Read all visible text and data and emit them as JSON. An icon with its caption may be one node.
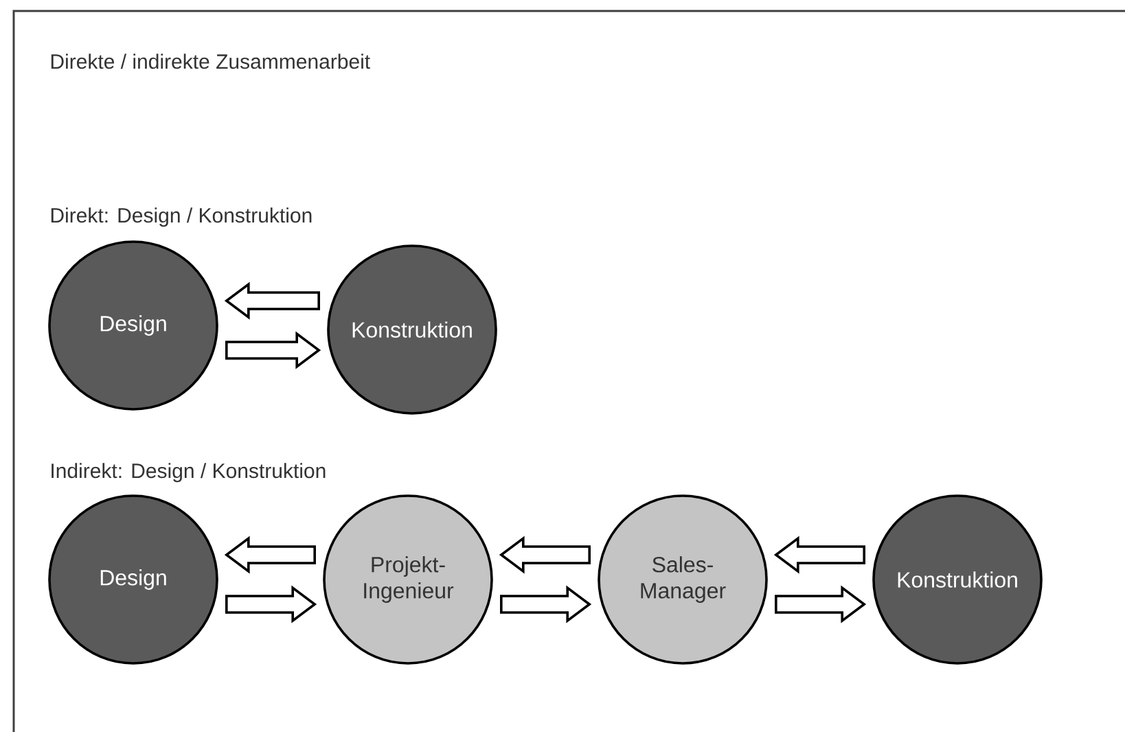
{
  "diagram": {
    "title": "Direkte / indirekte Zusammenarbeit",
    "nodes": [
      {
        "text": [
          "Design"
        ]
      },
      {
        "text": [
          "Konstruktion"
        ]
      },
      {
        "text": [
          "Design"
        ]
      },
      {
        "text": [
          "Projekt- Ingenieur"
        ]
      },
      {
        "text": [
          "Sales- Manager"
        ]
      },
      {
        "text": [
          "Konstruktion"
        ]
      }
    ],
    "edges": [
      {
        "from": 1,
        "to": 0,
        "arrow": "to"
      },
      {
        "from": 0,
        "to": 1,
        "arrow": "to"
      },
      {
        "from": 3,
        "to": 2,
        "arrow": "to"
      },
      {
        "from": 2,
        "to": 3,
        "arrow": "to"
      },
      {
        "from": 4,
        "to": 3,
        "arrow": "to"
      },
      {
        "from": 3,
        "to": 4,
        "arrow": "to"
      },
      {
        "from": 5,
        "to": 4,
        "arrow": "to"
      },
      {
        "from": 4,
        "to": 5,
        "arrow": "to"
      }
    ],
    "labels": [
      "Direkt: Design / Konstruktion",
      "Indirekt: Design / Konstruktion"
    ]
  }
}
